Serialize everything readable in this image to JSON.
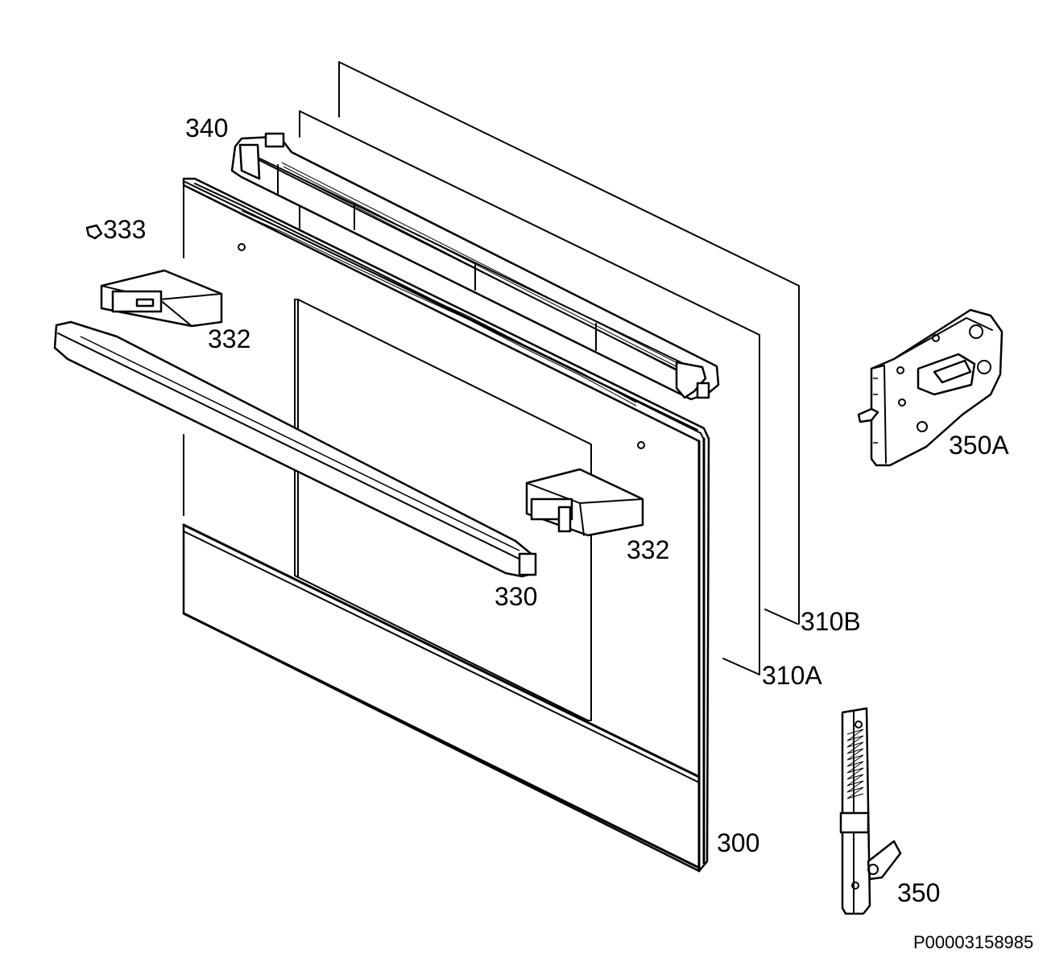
{
  "labels": {
    "p340": "340",
    "p333": "333",
    "p332a": "332",
    "p332b": "332",
    "p330": "330",
    "p300": "300",
    "p310b": "310B",
    "p310a": "310A",
    "p350a": "350A",
    "p350": "350"
  },
  "drawing_code": "P00003158985"
}
